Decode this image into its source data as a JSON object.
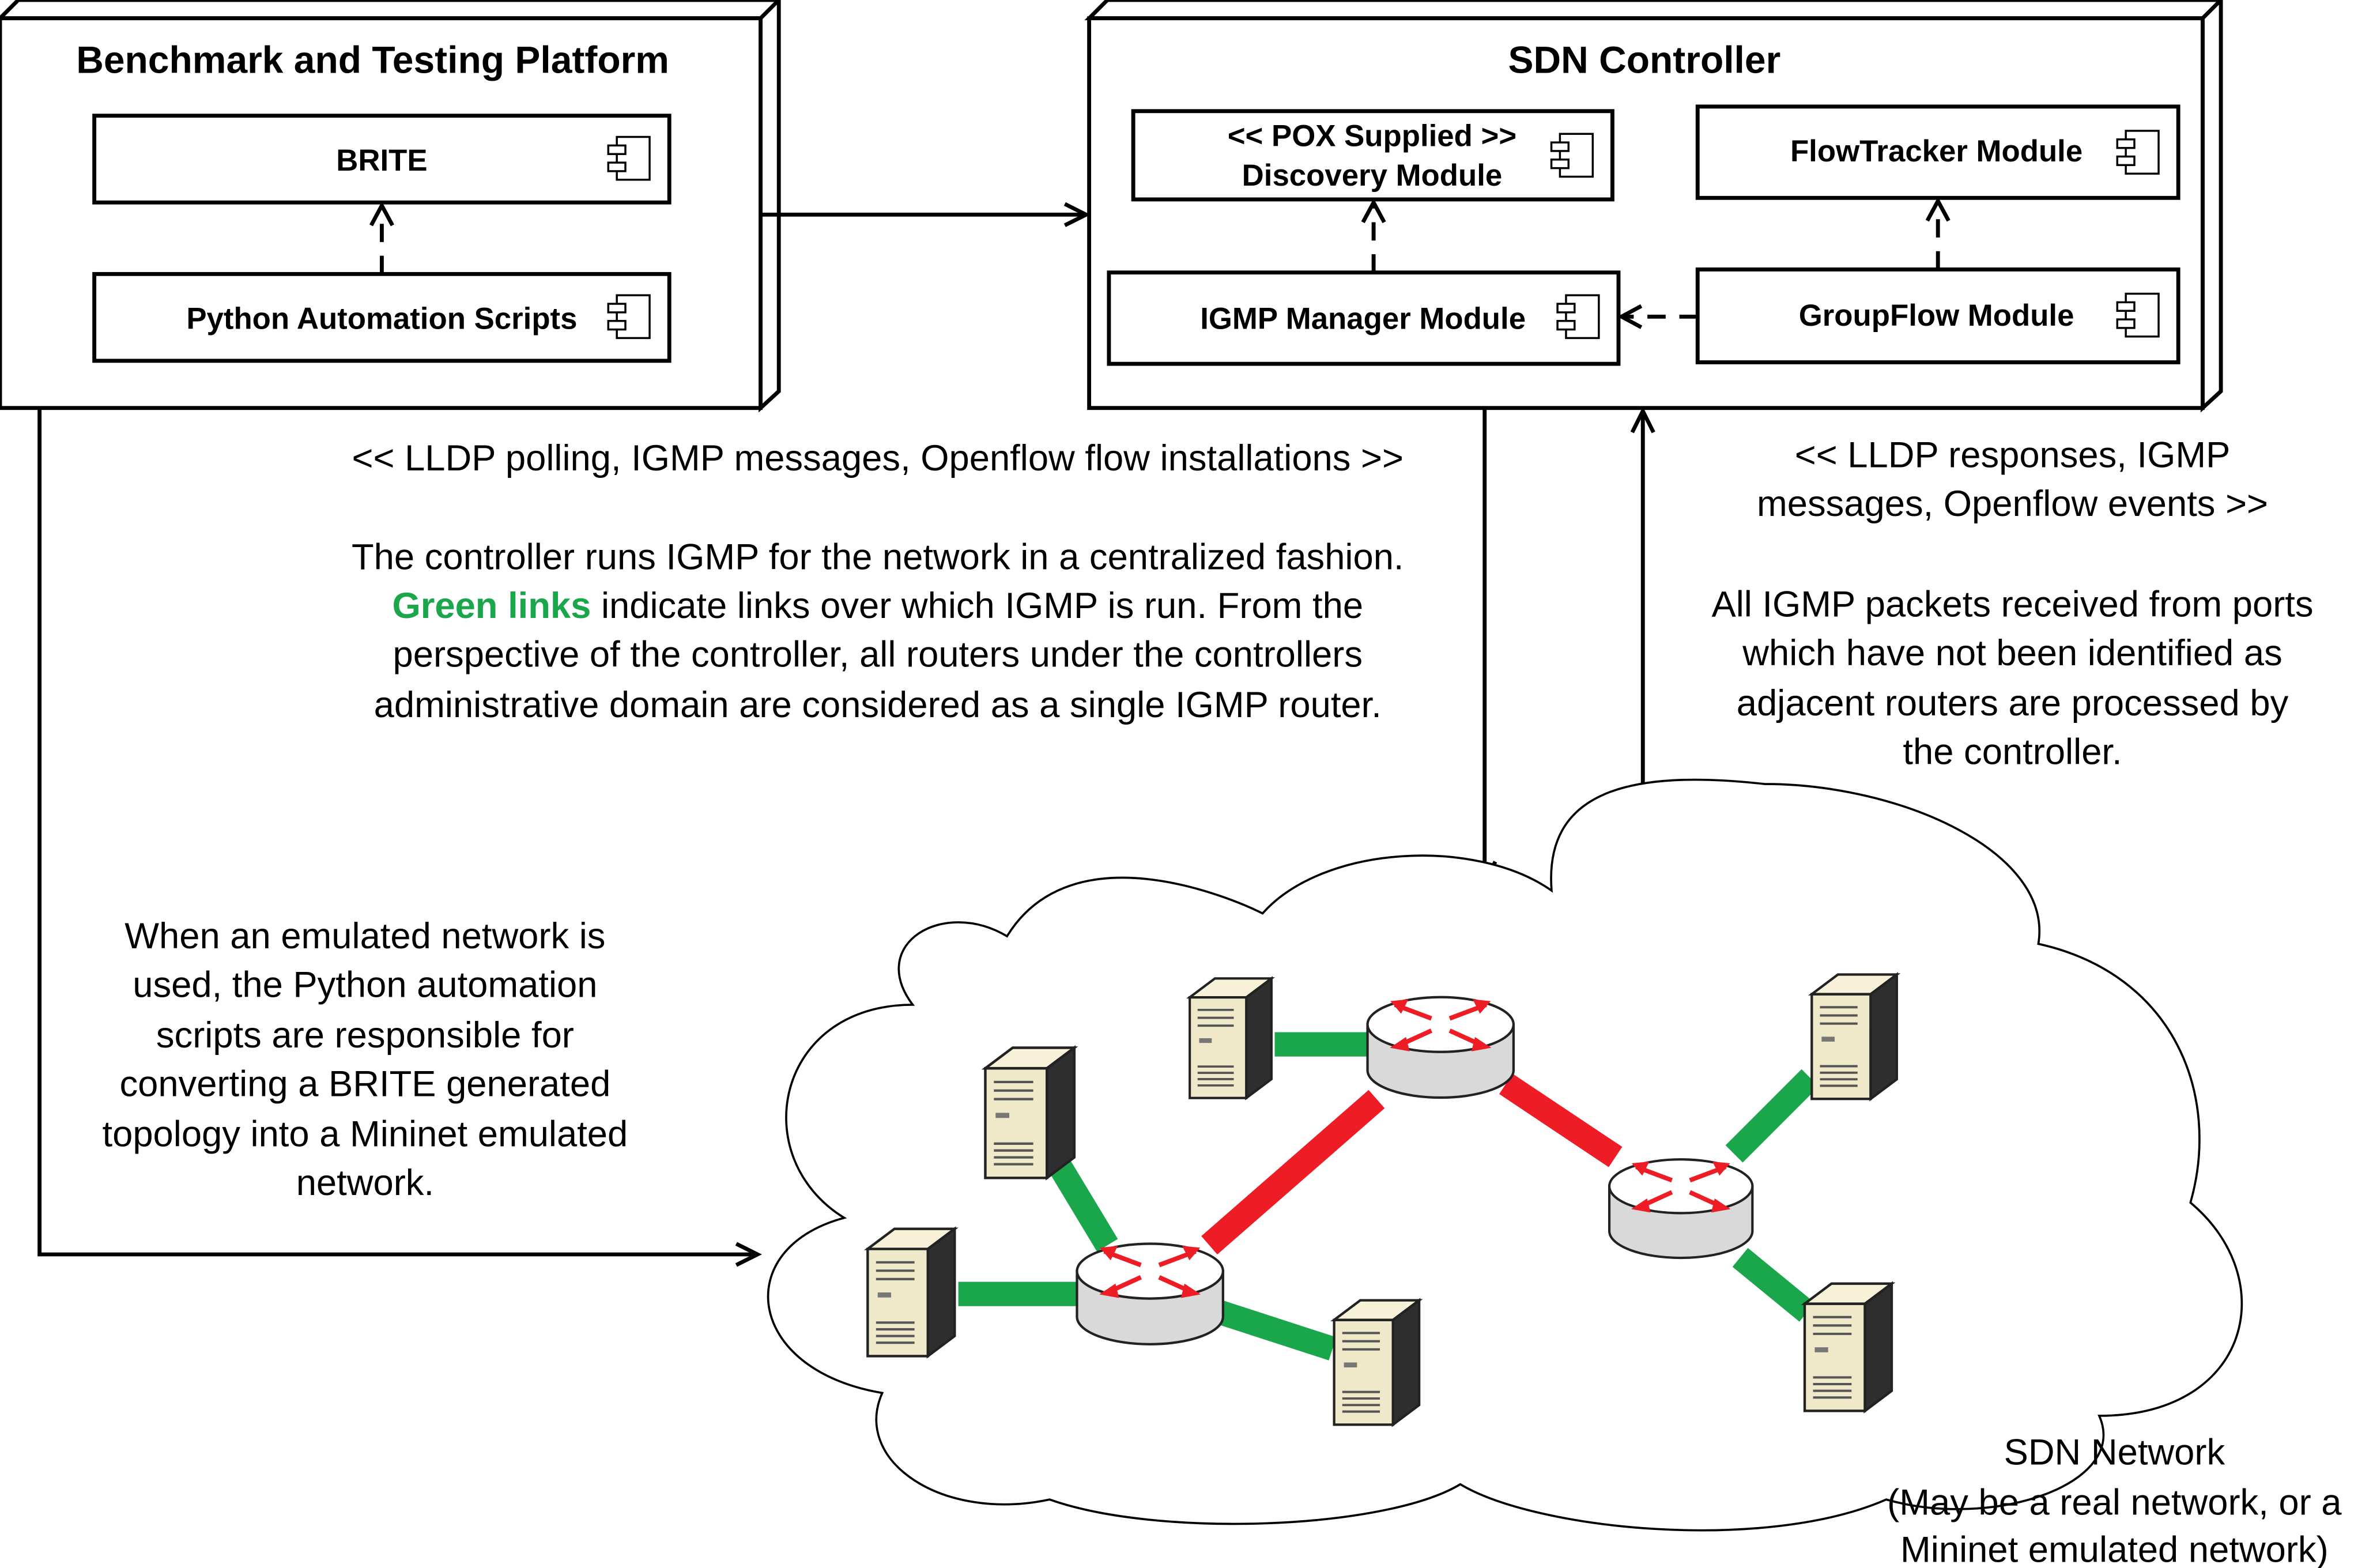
{
  "platform": {
    "title": "Benchmark and Testing Platform",
    "brite_label": "BRITE",
    "scripts_label": "Python Automation Scripts"
  },
  "controller": {
    "title": "SDN Controller",
    "discovery_line1": "<< POX Supplied >>",
    "discovery_line2": "Discovery Module",
    "flowtracker_label": "FlowTracker Module",
    "igmp_manager_label": "IGMP Manager Module",
    "groupflow_label": "GroupFlow Module"
  },
  "annotations": {
    "down_stereotype": "<< LLDP polling, IGMP messages, Openflow flow installations >>",
    "controller_desc": {
      "line1": "The controller runs IGMP for the network in a centralized fashion.",
      "green_links": "Green links",
      "line2_rest": " indicate links over which IGMP is run. From the",
      "line3": "perspective of the controller, all routers under the controllers",
      "line4": "administrative domain are considered as a single IGMP router."
    },
    "up_stereotype_line1": "<< LLDP responses, IGMP",
    "up_stereotype_line2": "messages, Openflow events >>",
    "up_desc": [
      "All IGMP packets received from ports",
      "which have not been identified as",
      "adjacent routers are processed by",
      "the controller."
    ],
    "emulated_desc": [
      "When an emulated network is",
      "used, the Python automation",
      "scripts are responsible for",
      "converting a BRITE generated",
      "topology into a Mininet emulated",
      "network."
    ],
    "network_label": [
      "SDN Network",
      "(May be a real network, or a",
      "Mininet emulated network)"
    ]
  },
  "colors": {
    "igmp_link": "#1aa64a",
    "inter_router_link": "#ee1c24",
    "router_arrow": "#ee1c24"
  },
  "icons": [
    "component-icon",
    "router-icon",
    "server-icon"
  ]
}
